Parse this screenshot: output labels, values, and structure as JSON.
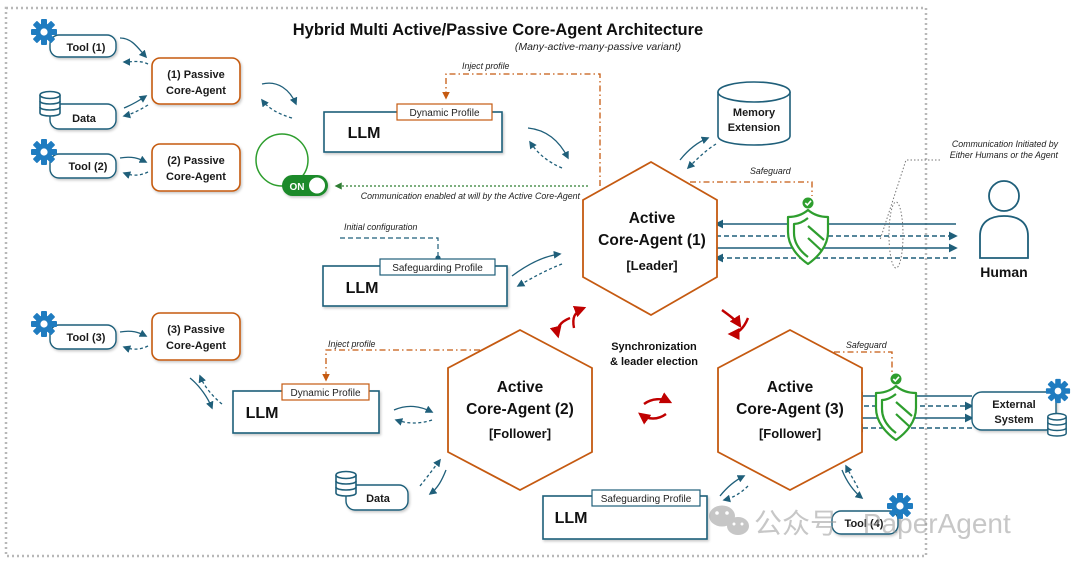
{
  "header": {
    "title": "Hybrid Multi Active/Passive Core-Agent Architecture",
    "subtitle": "(Many-active-many-passive variant)"
  },
  "tools": {
    "tool1": "Tool (1)",
    "tool2": "Tool (2)",
    "tool3": "Tool (3)",
    "tool4": "Tool (4)",
    "data_top": "Data",
    "data_bottom": "Data",
    "external_line1": "External",
    "external_line2": "System"
  },
  "passive_agents": {
    "p1": [
      "(1) Passive",
      "Core-Agent"
    ],
    "p2": [
      "(2) Passive",
      "Core-Agent"
    ],
    "p3": [
      "(3) Passive",
      "Core-Agent"
    ]
  },
  "llms": {
    "llm_label": "LLM",
    "dynamic_profile": "Dynamic Profile",
    "safeguarding_profile": "Safeguarding Profile"
  },
  "memory": [
    "Memory",
    "Extension"
  ],
  "active_agents": {
    "a1": [
      "Active",
      "Core-Agent (1)",
      "[Leader]"
    ],
    "a2": [
      "Active",
      "Core-Agent (2)",
      "[Follower]"
    ],
    "a3": [
      "Active",
      "Core-Agent (3)",
      "[Follower]"
    ]
  },
  "annotations": {
    "inject_profile_top": "Inject profile",
    "inject_profile_mid": "Inject profile",
    "initial_configuration": "Initial configuration",
    "communication_enabled": "Communication enabled at will by the Active Core-Agent",
    "safeguard_top": "Safeguard",
    "safeguard_bottom": "Safeguard",
    "comm_initiated_1": "Communication Initiated by",
    "comm_initiated_2": "Either Humans or the Agent",
    "sync_1": "Synchronization",
    "sync_2": "& leader election"
  },
  "toggle": {
    "label": "ON",
    "state": "on"
  },
  "human": "Human",
  "watermark": "公众号 · PaperAgent",
  "colors": {
    "orange": "#c55a11",
    "blue": "#1f5f7a",
    "green": "#2e9e2e",
    "red": "#c00000",
    "gear": "#1f7cc0"
  }
}
